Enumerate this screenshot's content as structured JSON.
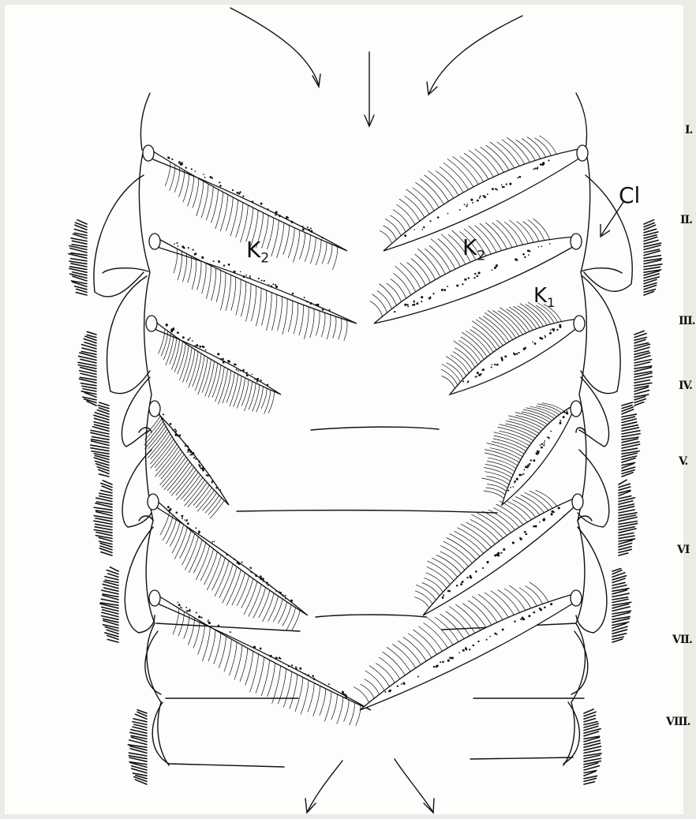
{
  "segment_labels": [
    "I.",
    "II.",
    "III.",
    "IV.",
    "V.",
    "VI",
    "VII.",
    "VIII."
  ],
  "annotations": {
    "cl": "Cl",
    "k2_left": "K",
    "k2_left_sub": "2",
    "k2_right": "K",
    "k2_right_sub": "2",
    "k1": "K",
    "k1_sub": "1"
  },
  "colors": {
    "ink": "#111111",
    "paper": "#ffffff",
    "background": "#ecebe6"
  }
}
